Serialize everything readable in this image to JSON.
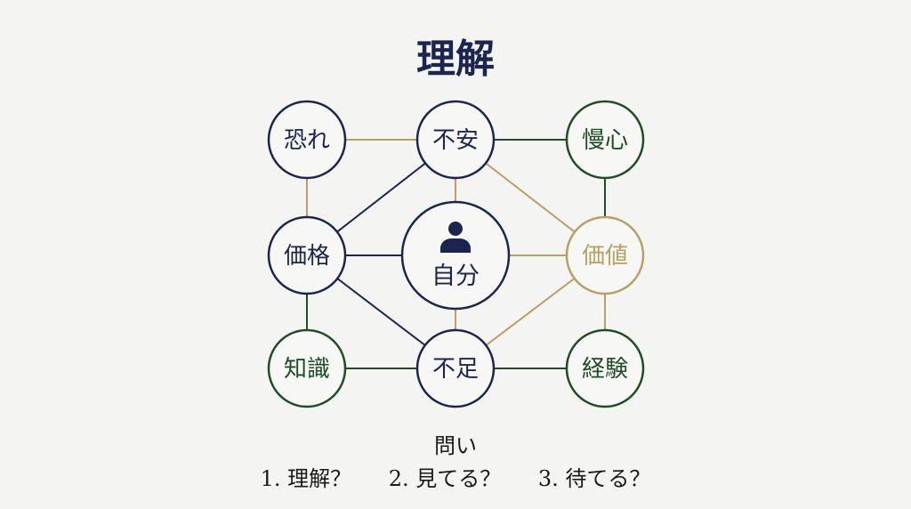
{
  "title": "理解",
  "colors": {
    "navy": "#1c2550",
    "green": "#1f4d24",
    "gold": "#b8a062"
  },
  "diagram": {
    "center": {
      "id": "self",
      "label": "自分",
      "icon": "person-icon",
      "color": "navy"
    },
    "nodes": [
      {
        "id": "fear",
        "label": "恐れ",
        "color": "navy"
      },
      {
        "id": "anxiety",
        "label": "不安",
        "color": "navy"
      },
      {
        "id": "pride",
        "label": "慢心",
        "color": "green"
      },
      {
        "id": "price",
        "label": "価格",
        "color": "navy"
      },
      {
        "id": "value",
        "label": "価値",
        "color": "gold"
      },
      {
        "id": "knowledge",
        "label": "知識",
        "color": "green"
      },
      {
        "id": "lack",
        "label": "不足",
        "color": "navy"
      },
      {
        "id": "experience",
        "label": "経験",
        "color": "green"
      }
    ],
    "edges": [
      {
        "from": "fear",
        "to": "anxiety",
        "color": "gold"
      },
      {
        "from": "anxiety",
        "to": "pride",
        "color": "green"
      },
      {
        "from": "fear",
        "to": "price",
        "color": "gold"
      },
      {
        "from": "price",
        "to": "anxiety",
        "color": "navy"
      },
      {
        "from": "anxiety",
        "to": "self",
        "color": "gold"
      },
      {
        "from": "anxiety",
        "to": "value",
        "color": "gold"
      },
      {
        "from": "pride",
        "to": "value",
        "color": "green"
      },
      {
        "from": "price",
        "to": "self",
        "color": "navy"
      },
      {
        "from": "self",
        "to": "value",
        "color": "gold"
      },
      {
        "from": "price",
        "to": "knowledge",
        "color": "green"
      },
      {
        "from": "price",
        "to": "lack",
        "color": "navy"
      },
      {
        "from": "self",
        "to": "lack",
        "color": "gold"
      },
      {
        "from": "value",
        "to": "lack",
        "color": "gold"
      },
      {
        "from": "value",
        "to": "experience",
        "color": "gold"
      },
      {
        "from": "knowledge",
        "to": "lack",
        "color": "green"
      },
      {
        "from": "lack",
        "to": "experience",
        "color": "green"
      }
    ]
  },
  "questions": {
    "title": "問い",
    "items": [
      "1. 理解？",
      "2. 見てる？",
      "3. 待てる？"
    ]
  }
}
